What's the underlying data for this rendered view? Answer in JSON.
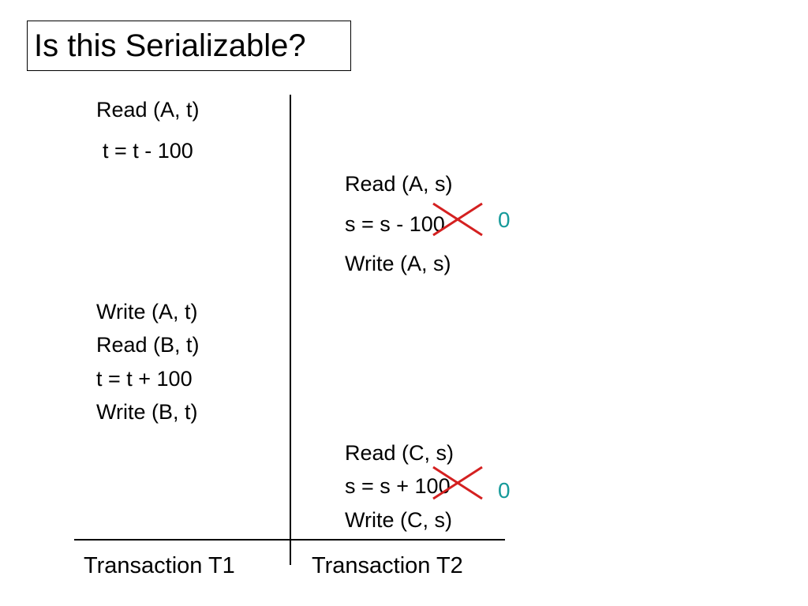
{
  "title": "Is this Serializable?",
  "t1": {
    "stmts": [
      "Read (A, t)",
      "t = t - 100",
      "Write (A, t)",
      "Read (B, t)",
      "t = t + 100",
      "Write (B, t)"
    ],
    "label": "Transaction T1"
  },
  "t2": {
    "stmts": [
      "Read (A, s)",
      "s = s - 100",
      "Write (A, s)",
      "Read (C, s)",
      "s = s + 100",
      "Write (C, s)"
    ],
    "label": "Transaction T2"
  },
  "annotations": {
    "replacement_1": "0",
    "replacement_2": "0",
    "annotation_color": "#169a9a",
    "cross_color": "#d42020"
  }
}
